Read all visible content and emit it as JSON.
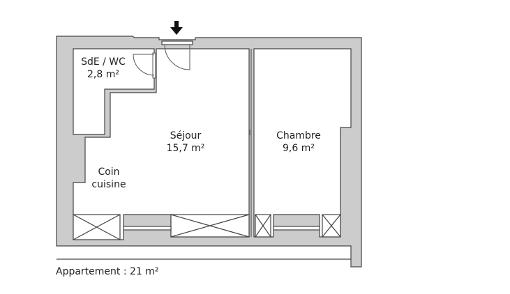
{
  "plan": {
    "rooms": [
      {
        "name": "SdE / WC",
        "area": "2,8 m²"
      },
      {
        "name": "Séjour",
        "area": "15,7 m²"
      },
      {
        "name": "Chambre",
        "area": "9,6 m²"
      },
      {
        "name": "Coin",
        "area": "cuisine"
      }
    ],
    "total": "Appartement : 21 m²",
    "entrance_icon": "arrow-down-icon",
    "colors": {
      "wall": "#cccccc",
      "line": "#444444"
    }
  }
}
